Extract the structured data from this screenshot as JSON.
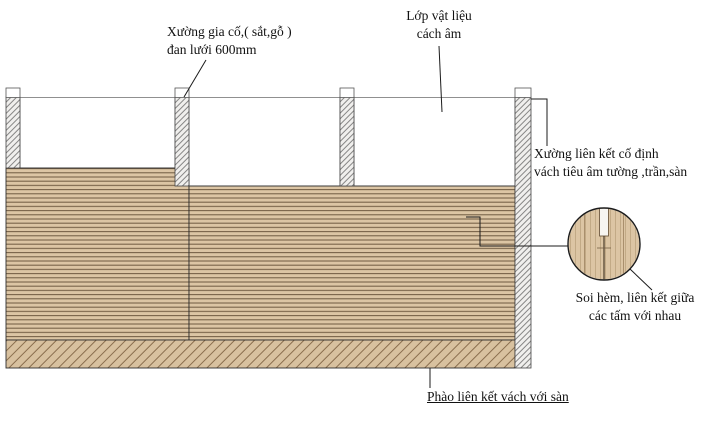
{
  "labels": {
    "reinforcement": {
      "line1": "Xường gia cố,( sắt,gỗ )",
      "line2": "đan lưới 600mm"
    },
    "insulation": {
      "line1": "Lớp vật liệu",
      "line2": "cách âm"
    },
    "fixing_frame": {
      "line1": "Xường liên kết cố định",
      "line2": "vách tiêu âm tường ,trần,sàn"
    },
    "groove_joint": {
      "line1": "Soi hèm, liên kết giữa",
      "line2": "các tấm với nhau"
    },
    "skirting": {
      "text": "Phào liên kết vách với sàn"
    }
  },
  "colors": {
    "background": "#ffffff",
    "panel_fill": "#dcc5a4",
    "panel_line": "#6f5a40",
    "grain_line": "#c2aa86",
    "stud_fill": "#f0efed",
    "stud_line": "#6b6b6b",
    "skirting_fill": "#d8c19f",
    "skirting_line": "#8a6e4e"
  }
}
